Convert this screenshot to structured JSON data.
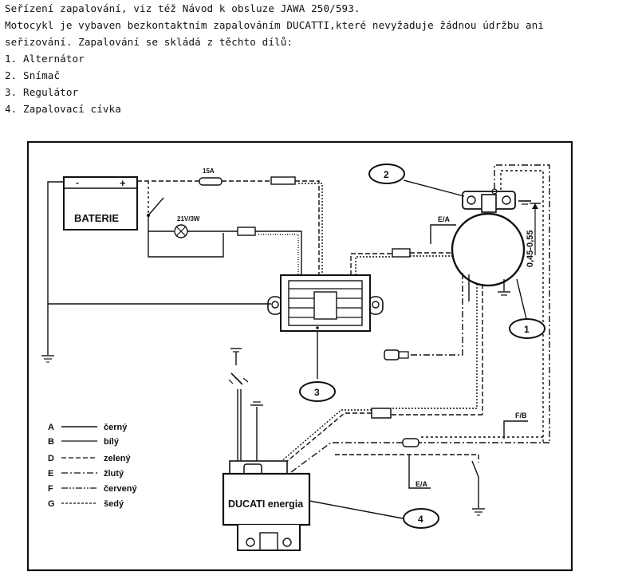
{
  "document": {
    "heading": "Seřízení zapalování, viz též Návod k obsluze JAWA 250/593.",
    "intro_line1": "Motocykl je vybaven bezkontaktním zapalováním DUCATTI,které nevyžaduje žádnou údržbu ani",
    "intro_line2": "seřizování. Zapalování se skládá z těchto dílů:",
    "parts": [
      "1. Alternátor",
      "2. Snímač",
      "3. Regulátor",
      "4. Zapalovací cívka"
    ]
  },
  "diagram": {
    "battery_label": "BATERIE",
    "battery_minus": "-",
    "battery_plus": "+",
    "fuse_label": "15A",
    "lamp_label": "21V/3W",
    "gap_label": "0,45-0,55",
    "wire_ea_top": "E/A",
    "wire_ea_bottom": "E/A",
    "wire_fb": "F/B",
    "ducati_label": "DUCATI energia",
    "callouts": [
      "1",
      "2",
      "3",
      "4"
    ],
    "legend": [
      {
        "letter": "A",
        "color": "černý"
      },
      {
        "letter": "B",
        "color": "bílý"
      },
      {
        "letter": "D",
        "color": "zelený"
      },
      {
        "letter": "E",
        "color": "žlutý"
      },
      {
        "letter": "F",
        "color": "červený"
      },
      {
        "letter": "G",
        "color": "šedý"
      }
    ]
  }
}
